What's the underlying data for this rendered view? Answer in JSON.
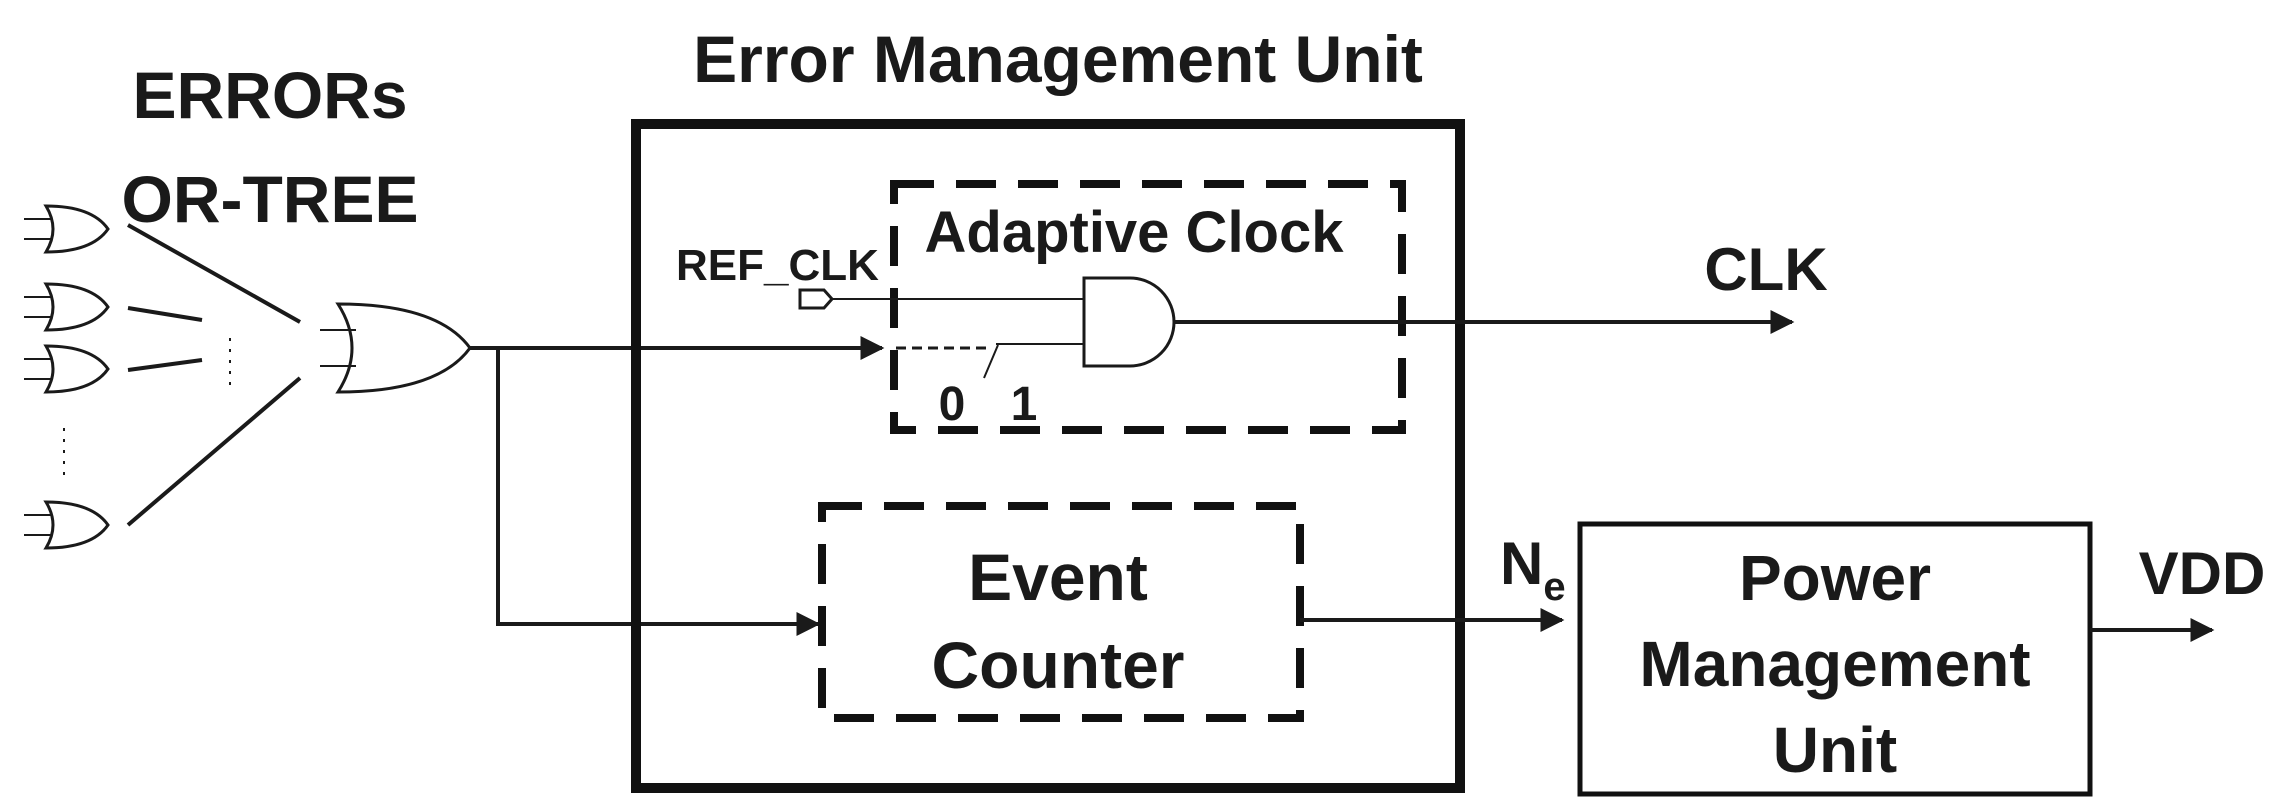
{
  "labels": {
    "errors_line1": "ERRORs",
    "errors_line2": "OR-TREE",
    "emu_title": "Error Management Unit",
    "adaptive_clock": "Adaptive Clock",
    "ref_clk": "REF_CLK",
    "sel0": "0",
    "sel1": "1",
    "clk_out": "CLK",
    "event_line1": "Event",
    "event_line2": "Counter",
    "ne_main": "N",
    "ne_sub": "e",
    "pmu_line1": "Power",
    "pmu_line2": "Management",
    "pmu_line3": "Unit",
    "vdd_out": "VDD"
  },
  "colors": {
    "ink": "#1a1a1a",
    "background": "#ffffff"
  }
}
